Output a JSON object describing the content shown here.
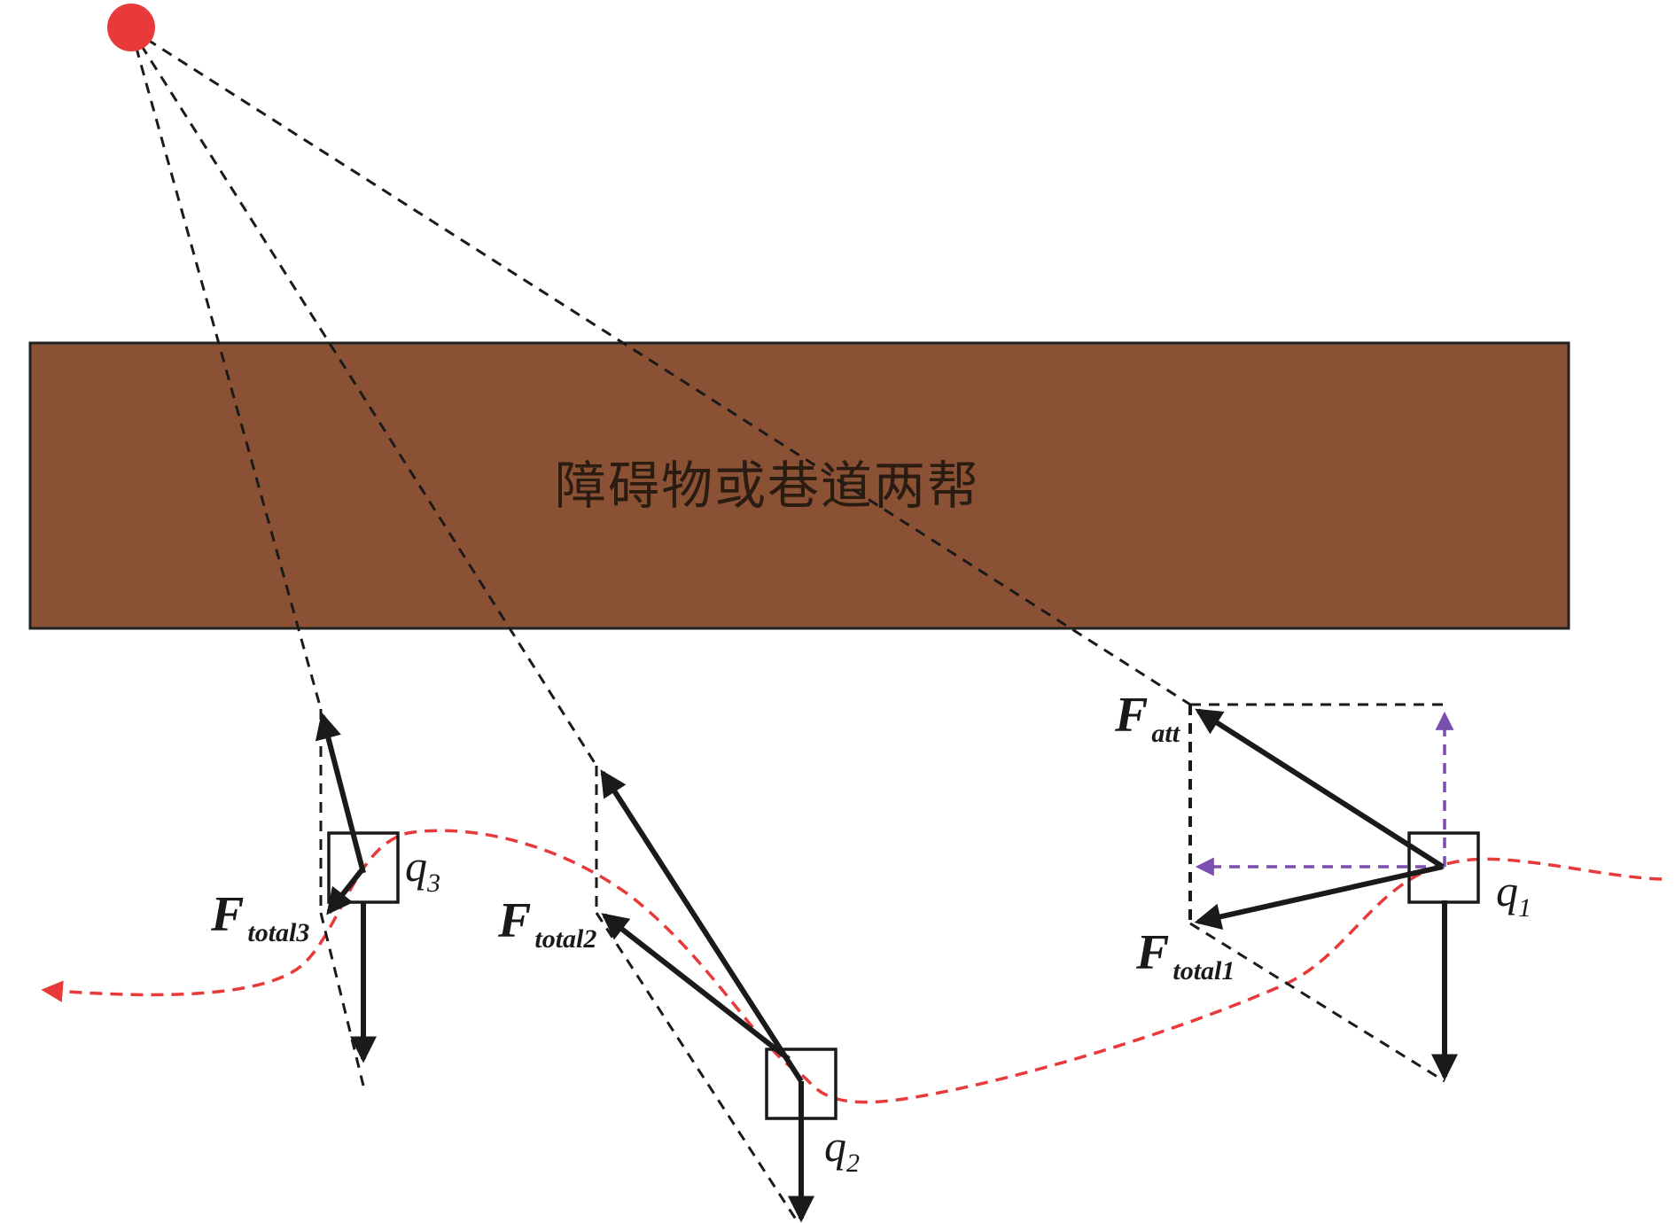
{
  "obstacle": {
    "label": "障碍物或巷道两帮",
    "fill_color": "#8B5135"
  },
  "goal": {
    "icon": "red-dot-goal",
    "color": "#E83A3A"
  },
  "robots": [
    {
      "name": "q",
      "sub": "1"
    },
    {
      "name": "q",
      "sub": "2"
    },
    {
      "name": "q",
      "sub": "3"
    }
  ],
  "forces": {
    "att": {
      "main": "F",
      "sub": "att"
    },
    "total1": {
      "main": "F",
      "sub": "total1"
    },
    "total2": {
      "main": "F",
      "sub": "total2"
    },
    "total3": {
      "main": "F",
      "sub": "total3"
    }
  },
  "colors": {
    "path": "#E83A3A",
    "components": "#7A4FAE",
    "force": "#1A1A1A"
  }
}
